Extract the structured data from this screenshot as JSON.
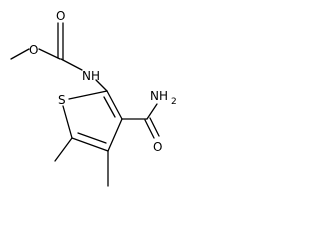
{
  "molecule": {
    "atoms": {
      "o_ester": "O",
      "o_carbonyl": "O",
      "nh": "NH",
      "s": "S",
      "nh2": "NH",
      "nh2_sub": "2",
      "o_amide": "O"
    },
    "colors": {
      "bond": "#000000",
      "label": "#000000",
      "background": "#ffffff"
    }
  }
}
